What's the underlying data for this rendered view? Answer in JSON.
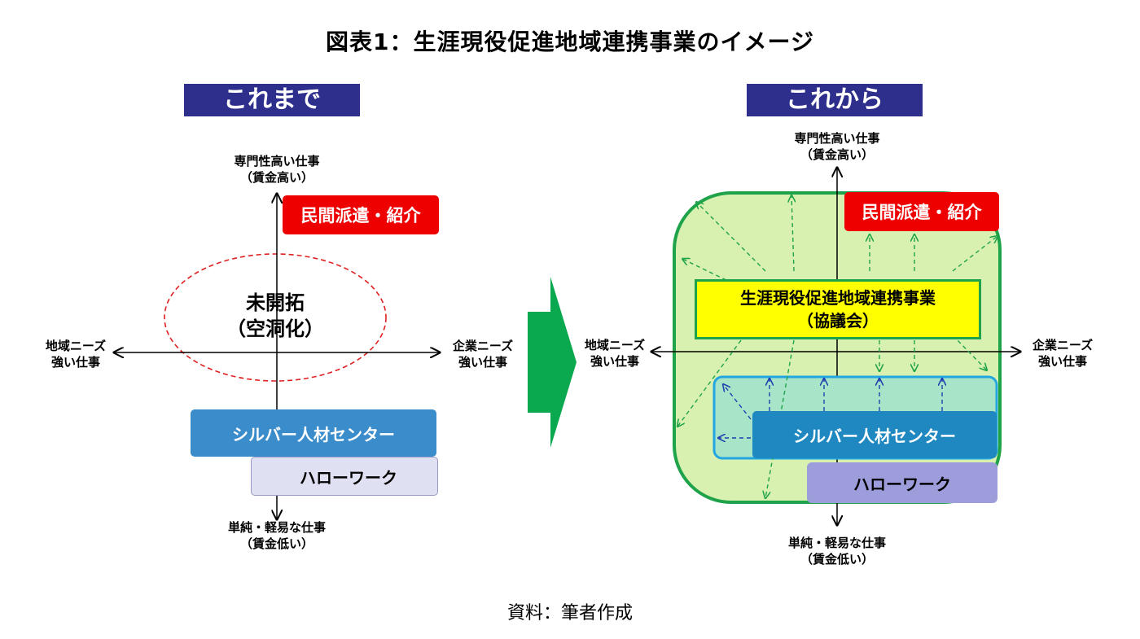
{
  "title": "図表1：生涯現役促進地域連携事業のイメージ",
  "left": {
    "header": "これまで",
    "axis": {
      "top_line1": "専門性高い仕事",
      "top_line2": "（賃金高い）",
      "bottom_line1": "単純・軽易な仕事",
      "bottom_line2": "（賃金低い）",
      "left_line1": "地域ニーズ",
      "left_line2": "強い仕事",
      "right_line1": "企業ニーズ",
      "right_line2": "強い仕事"
    },
    "private_dispatch": "民間派遣・紹介",
    "unexplored_line1": "未開拓",
    "unexplored_line2": "（空洞化）",
    "silver_center": "シルバー人材センター",
    "hello_work": "ハローワーク"
  },
  "right": {
    "header": "これから",
    "axis": {
      "top_line1": "専門性高い仕事",
      "top_line2": "（賃金高い）",
      "bottom_line1": "単純・軽易な仕事",
      "bottom_line2": "（賃金低い）",
      "left_line1": "地域ニーズ",
      "left_line2": "強い仕事",
      "right_line1": "企業ニーズ",
      "right_line2": "強い仕事"
    },
    "private_dispatch": "民間派遣・紹介",
    "project_line1": "生涯現役促進地域連携事業",
    "project_line2": "（協議会）",
    "silver_center": "シルバー人材センター",
    "hello_work": "ハローワーク"
  },
  "source": "資料：筆者作成",
  "colors": {
    "header_bg": "#2e2f8c",
    "red": "#ee0000",
    "silver_blue": "#3a8ccb",
    "green_border": "#1fa34a",
    "green_fill": "#d8f0b0",
    "cyan_border": "#22a6e0",
    "yellow": "#ffff00",
    "hello_work_light": "#e0e0f3",
    "hello_work_dark": "#9d9ddc"
  }
}
